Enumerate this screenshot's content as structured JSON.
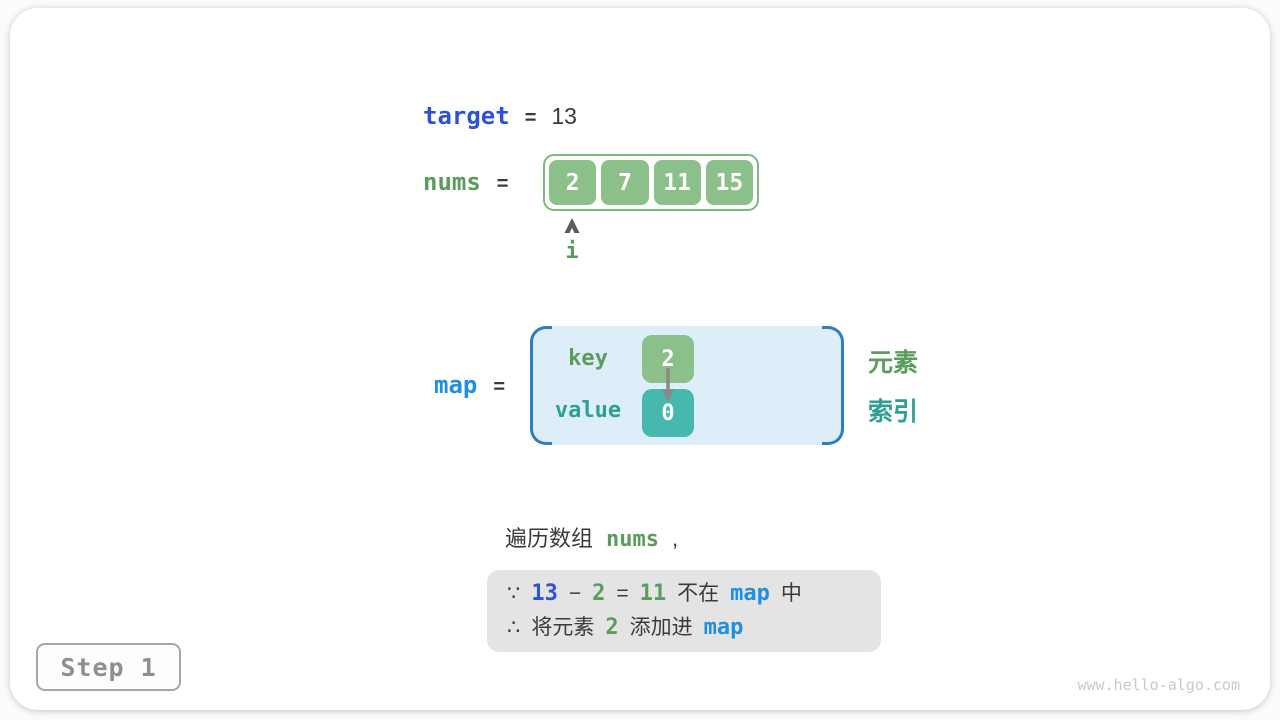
{
  "colors": {
    "royalblue": "#2d52d5",
    "cyanblue": "#1f8fe0",
    "green": "#5b9c5e",
    "teal": "#2f9e95",
    "cellgreen": "#8cc08a",
    "cellteal": "#47b8ae",
    "arrayborder": "#7db87e",
    "mapfill": "#ddeef9",
    "mapbracket": "#2d7ec3",
    "dark": "#3a3a3a",
    "notebg": "#e4e4e4",
    "stepgray": "#8f8f8f",
    "watermark": "#c9c9c9",
    "arrowgray": "#8a8a8a"
  },
  "target_row": {
    "label": "target",
    "eq": "=",
    "value": "13"
  },
  "nums_row": {
    "label": "nums",
    "eq": "=",
    "cells": [
      "2",
      "7",
      "11",
      "15"
    ],
    "pointer_label": "i"
  },
  "map_row": {
    "label": "map",
    "eq": "=",
    "key_label": "key",
    "key_value": "2",
    "value_label": "value",
    "value_value": "0",
    "element_label": "元素",
    "index_label": "索引"
  },
  "caption": {
    "tokens": [
      {
        "t": "遍历数组",
        "c": "plain"
      },
      {
        "t": "nums",
        "c": "green"
      },
      {
        "t": ",",
        "c": "plain"
      }
    ]
  },
  "note": {
    "line1": [
      {
        "t": "∵",
        "c": "plain"
      },
      {
        "t": "13",
        "c": "blue"
      },
      {
        "t": "−",
        "c": "plain"
      },
      {
        "t": "2",
        "c": "green"
      },
      {
        "t": "=",
        "c": "plain"
      },
      {
        "t": "11",
        "c": "green"
      },
      {
        "t": "不在",
        "c": "plain"
      },
      {
        "t": "map",
        "c": "cyan"
      },
      {
        "t": "中",
        "c": "plain"
      }
    ],
    "line2": [
      {
        "t": "∴",
        "c": "plain"
      },
      {
        "t": "将元素",
        "c": "plain"
      },
      {
        "t": "2",
        "c": "green"
      },
      {
        "t": "添加进",
        "c": "plain"
      },
      {
        "t": "map",
        "c": "cyan"
      }
    ]
  },
  "step": {
    "label": "Step 1"
  },
  "footer": {
    "watermark": "www.hello-algo.com"
  }
}
